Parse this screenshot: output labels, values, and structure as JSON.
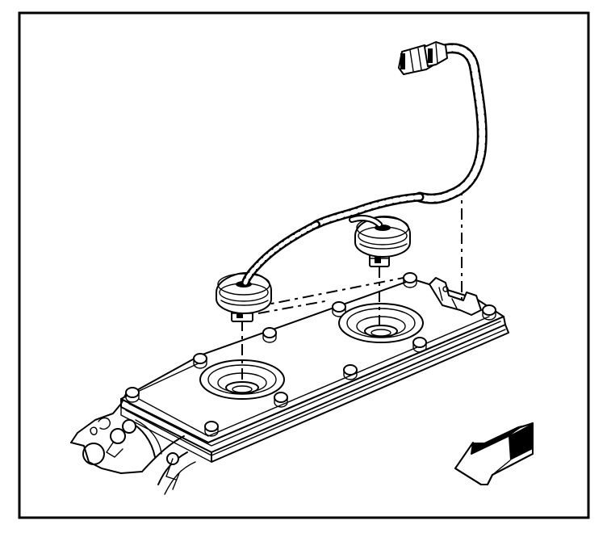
{
  "figure": {
    "frame_color": "#000000",
    "background_color": "#ffffff",
    "components": [
      "wiring-harness",
      "harness-connector",
      "grommet-front",
      "grommet-rear",
      "valve-cover",
      "spark-plug-boot-front",
      "spark-plug-boot-rear",
      "valve-cover-bolts",
      "harness-bracket",
      "engine-block-section"
    ],
    "direction_icon": "front-direction-arrow-icon"
  }
}
